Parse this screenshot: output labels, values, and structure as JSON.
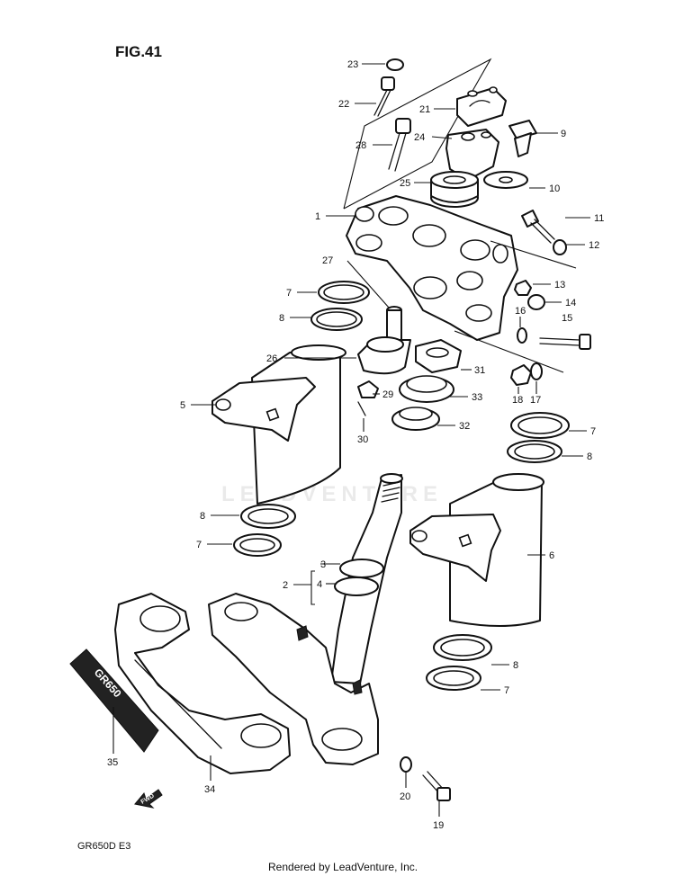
{
  "figure": {
    "title": "FIG.41",
    "model_code": "GR650D  E3"
  },
  "watermark": "LEADVENTURE",
  "footer": {
    "rendered_by": "Rendered by LeadVenture, Inc."
  },
  "fwd_label": "FWD",
  "emblem_text": "GR650",
  "callouts": [
    "23",
    "22",
    "21",
    "28",
    "24",
    "9",
    "25",
    "10",
    "1",
    "11",
    "12",
    "27",
    "13",
    "7",
    "14",
    "16",
    "15",
    "8",
    "26",
    "31",
    "5",
    "18",
    "17",
    "29",
    "33",
    "32",
    "30",
    "7",
    "8",
    "8",
    "7",
    "6",
    "3",
    "2",
    "4",
    "8",
    "7",
    "35",
    "34",
    "20",
    "19"
  ]
}
